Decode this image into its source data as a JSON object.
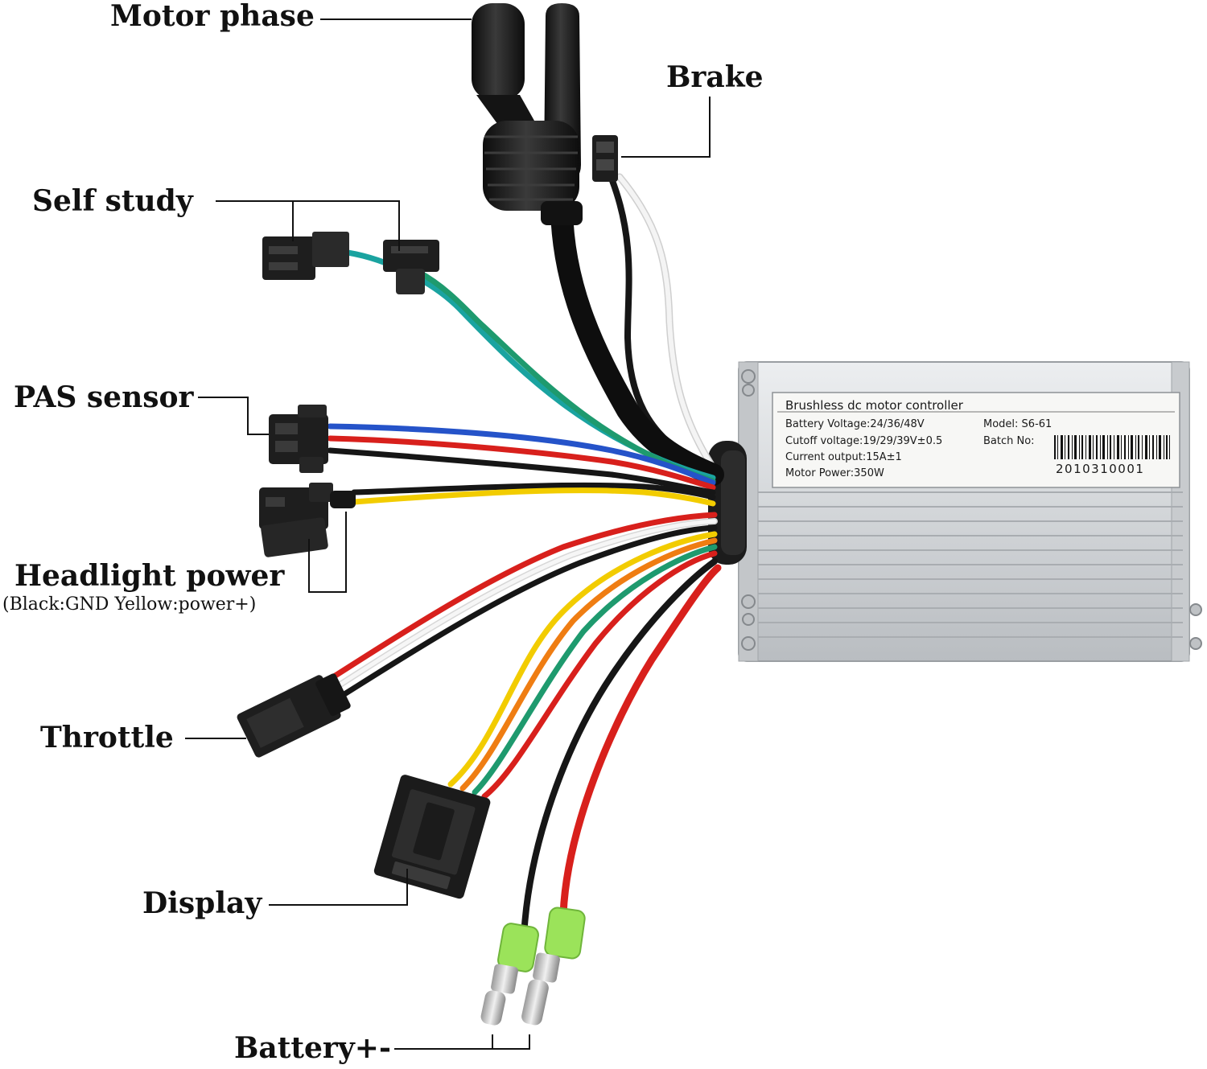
{
  "labels": {
    "motor_phase": "Motor phase",
    "brake": "Brake",
    "self_study": "Self study",
    "pas_sensor": "PAS sensor",
    "headlight_power": "Headlight power",
    "headlight_note": "(Black:GND Yellow:power+)",
    "throttle": "Throttle",
    "display": "Display",
    "battery": "Battery+-"
  },
  "controller_label": {
    "title": "Brushless dc motor controller",
    "battery_voltage": "Battery Voltage:24/36/48V",
    "cutoff_voltage": "Cutoff voltage:19/29/39V±0.5",
    "current_output": "Current output:15A±1",
    "motor_power": "Motor Power:350W",
    "model": "Model:  S6-61",
    "batch_no": "Batch No:",
    "barcode_number": "2010310001"
  },
  "colors": {
    "wire_black": "#161616",
    "wire_red": "#d8201c",
    "wire_yellow": "#f2cc00",
    "wire_green": "#1e9a6e",
    "wire_teal": "#1aa3a0",
    "wire_blue": "#2553c9",
    "wire_white": "#f4f4f4",
    "wire_orange": "#ef7d12",
    "connector": "#1e1e1e",
    "housing": "#d7dadd",
    "terminal_sleeve": "#9be35a"
  }
}
